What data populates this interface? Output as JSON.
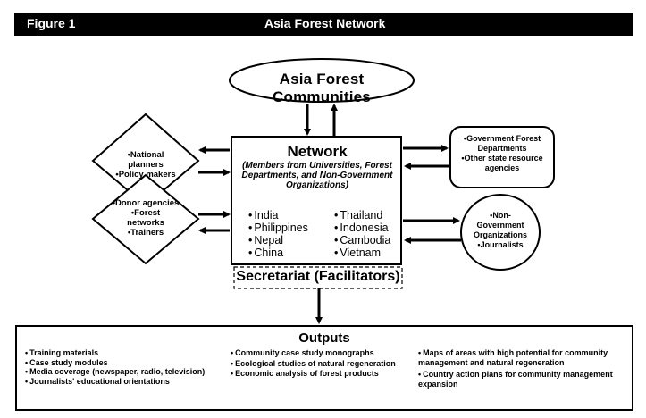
{
  "header": {
    "figure_label": "Figure 1",
    "title": "Asia Forest Network"
  },
  "top_oval": {
    "label": "Asia Forest Communities"
  },
  "network": {
    "title": "Network",
    "subtitle": "(Members from Universities, Forest Departments, and Non-Government Organizations)",
    "countries_left": [
      "India",
      "Philippines",
      "Nepal",
      "China"
    ],
    "countries_right": [
      "Thailand",
      "Indonesia",
      "Cambodia",
      "Vietnam"
    ]
  },
  "secretariat": {
    "label": "Secretariat (Facilitators)"
  },
  "left_diamond_top": {
    "items": [
      "National planners",
      "Policy makers"
    ]
  },
  "left_diamond_bottom": {
    "items": [
      "Donor agencies",
      "Forest networks",
      "Trainers"
    ]
  },
  "right_box": {
    "items": [
      "Government Forest Departments",
      "Other state resource agencies"
    ]
  },
  "right_circle": {
    "items": [
      "Non-Government Organizations",
      "Journalists"
    ]
  },
  "outputs": {
    "title": "Outputs",
    "col1": [
      "Training materials",
      "Case study modules",
      "Media coverage (newspaper, radio, television)",
      "Journalists' educational orientations"
    ],
    "col2": [
      "Community case study monographs",
      "Ecological studies of natural regeneration",
      "Economic analysis of forest products"
    ],
    "col3": [
      "Maps of areas with high potential for community management and natural regeneration",
      "Country action plans for community management expansion"
    ]
  }
}
